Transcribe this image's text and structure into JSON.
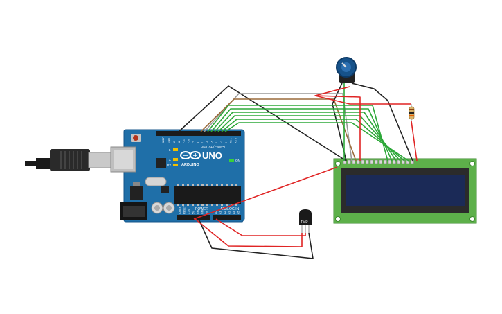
{
  "arduino": {
    "brand": "ARDUINO",
    "model": "UNO",
    "digital_label": "DIGITAL (PWM~)",
    "power_label": "POWER",
    "analog_label": "ANALOG IN",
    "on_label": "ON",
    "l_label": "L",
    "tx_label": "TX",
    "rx_label": "RX",
    "aref_label": "AREF",
    "gnd_label": "GND",
    "digital_pins": [
      "13",
      "12",
      "~11",
      "~10",
      "~9",
      "8",
      "7",
      "~6",
      "~5",
      "4",
      "~3",
      "2",
      "TX 1",
      "RX 0"
    ],
    "power_pins": [
      "IOREF",
      "RESET",
      "3.3V",
      "5V",
      "GND",
      "GND",
      "Vin"
    ],
    "analog_pins": [
      "A0",
      "A1",
      "A2",
      "A3",
      "A4",
      "A5"
    ]
  },
  "sensor": {
    "label": "TMP"
  },
  "lcd": {
    "pin_count": 16
  },
  "colors": {
    "board": "#1f6fa8",
    "wire_red": "#e02424",
    "wire_black": "#222222",
    "wire_green": "#2da839",
    "wire_gray": "#999999",
    "wire_brown": "#9a6a3a",
    "lcd_pcb": "#5db04a",
    "lcd_screen": "#1b2a57"
  },
  "icons": [
    "usb-cable-icon",
    "potentiometer-icon",
    "resistor-icon",
    "temperature-sensor-icon",
    "lcd-display-icon",
    "arduino-logo-icon"
  ]
}
